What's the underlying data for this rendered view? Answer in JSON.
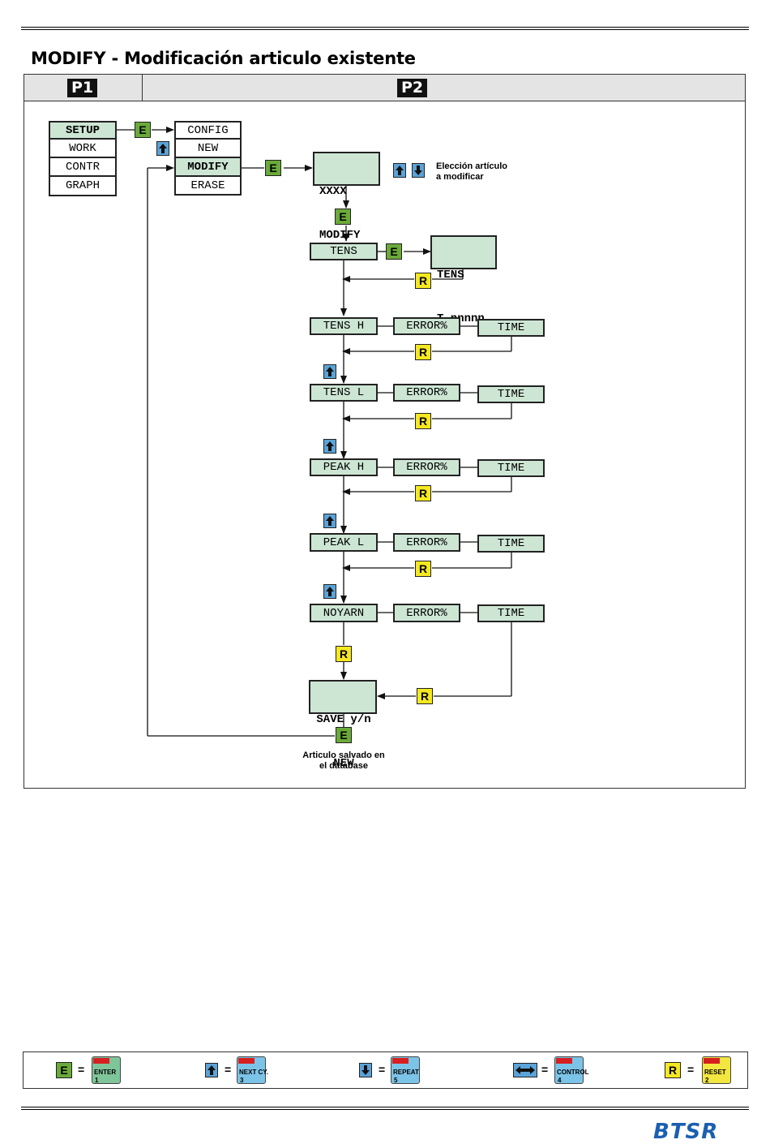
{
  "title": "MODIFY - Modificación articulo existente",
  "header": {
    "p1": "P1",
    "p2": "P2"
  },
  "menu1": [
    "SETUP",
    "WORK",
    "CONTR",
    "GRAPH"
  ],
  "menu2": [
    "CONFIG",
    "NEW",
    "MODIFY",
    "ERASE"
  ],
  "modify_display": {
    "line1": "XXXX",
    "line2": "MODIFY"
  },
  "elect_note": {
    "line1": "Elección artículo",
    "line2": "a modificar"
  },
  "tens_display": {
    "line1": "TENS",
    "line2": "T nnnnn"
  },
  "params": [
    {
      "name": "TENS",
      "error": "",
      "time": ""
    },
    {
      "name": "TENS H",
      "error": "ERROR%",
      "time": "TIME"
    },
    {
      "name": "TENS L",
      "error": "ERROR%",
      "time": "TIME"
    },
    {
      "name": "PEAK H",
      "error": "ERROR%",
      "time": "TIME"
    },
    {
      "name": "PEAK L",
      "error": "ERROR%",
      "time": "TIME"
    },
    {
      "name": "NOYARN",
      "error": "ERROR%",
      "time": "TIME"
    }
  ],
  "save_display": {
    "line1": "SAVE y/n",
    "line2": "NEW"
  },
  "saved_note": {
    "line1": "Articulo salvado en",
    "line2": "el database"
  },
  "keys": {
    "enter": "E",
    "reset": "R"
  },
  "legend": [
    {
      "symbol": "E",
      "equals": "=",
      "key": "ENTER",
      "num": "1"
    },
    {
      "symbol": "up-arrow",
      "equals": "=",
      "key": "NEXT CY.",
      "num": "3"
    },
    {
      "symbol": "down-arrow",
      "equals": "=",
      "key": "REPEAT",
      "num": "5"
    },
    {
      "symbol": "left-right-arrow",
      "equals": "=",
      "key": "CONTROL",
      "num": "4"
    },
    {
      "symbol": "R",
      "equals": "=",
      "key": "RESET",
      "num": "2"
    }
  ],
  "logo": "BTSR",
  "colors": {
    "display_green": "#cde6d4",
    "enter_green": "#6aaa3a",
    "reset_yellow": "#f5e820",
    "arrow_blue": "#5ba3d8",
    "led_red": "#d62020"
  }
}
